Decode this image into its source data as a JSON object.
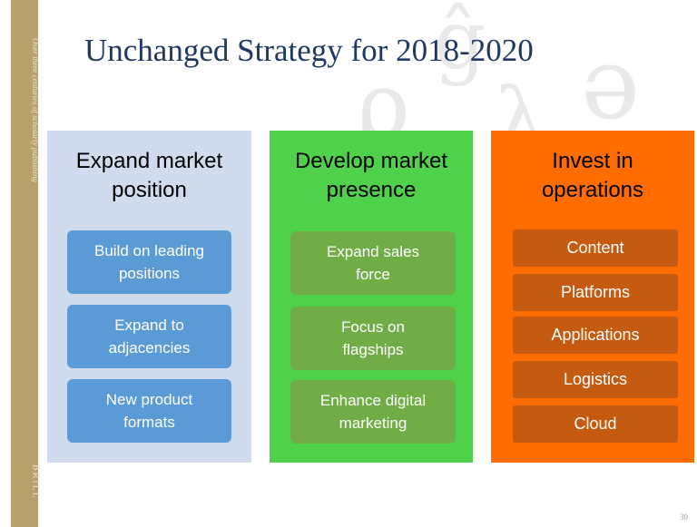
{
  "slide": {
    "title": "Unchanged Strategy for 2018-2020",
    "page_number": "30"
  },
  "sidebar": {
    "tagline": "Over three centuries of scholarly publishing",
    "brand": "BRILL"
  },
  "columns": [
    {
      "title": "Expand market\nposition",
      "items": [
        "Build on leading\npositions",
        "Expand to\nadjacencies",
        "New product\nformats"
      ]
    },
    {
      "title": "Develop market\npresence",
      "items": [
        "Expand sales\nforce",
        "Focus on\nflagships",
        "Enhance digital\nmarketing"
      ]
    },
    {
      "title": "Invest in\noperations",
      "items": [
        "Content",
        "Platforms",
        "Applications",
        "Logistics",
        "Cloud"
      ]
    }
  ],
  "colors": {
    "column_1": "#d0dcee",
    "column_2": "#4fd14c",
    "column_3": "#ff6d00",
    "title": "#1f3864",
    "sidebar": "#b6a16a"
  }
}
